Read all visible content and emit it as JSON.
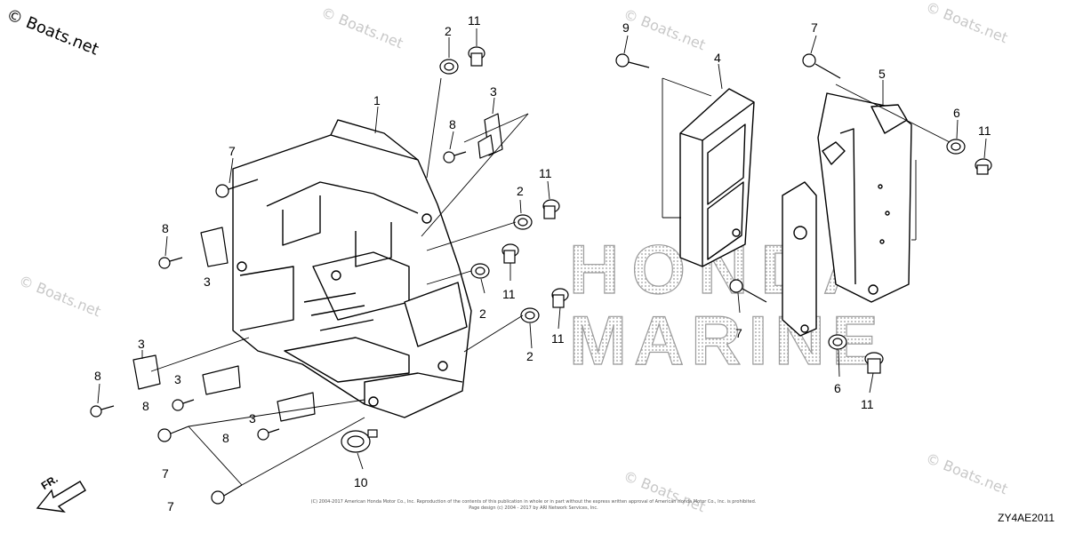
{
  "watermark": {
    "corner_text": "© Boats.net",
    "tile_text": "© Boats.net",
    "brand_line1": "HONDA",
    "brand_line2": "MARINE"
  },
  "diagram": {
    "code": "ZY4AE2011",
    "direction_label": "FR.",
    "legal_line1": "(C) 2004-2017 American Honda Motor Co., Inc. Reproduction of the contents of this publication in whole or in part without the express written approval of American Honda Motor Co., Inc. is prohibited.",
    "legal_line2": "Page design (c) 2004 - 2017 by ARI Network Services, Inc.",
    "callouts": [
      {
        "label": "1"
      },
      {
        "label": "2"
      },
      {
        "label": "11"
      },
      {
        "label": "3"
      },
      {
        "label": "8"
      },
      {
        "label": "7"
      },
      {
        "label": "2"
      },
      {
        "label": "11"
      },
      {
        "label": "8"
      },
      {
        "label": "3"
      },
      {
        "label": "11"
      },
      {
        "label": "2"
      },
      {
        "label": "2"
      },
      {
        "label": "11"
      },
      {
        "label": "3"
      },
      {
        "label": "8"
      },
      {
        "label": "3"
      },
      {
        "label": "8"
      },
      {
        "label": "3"
      },
      {
        "label": "8"
      },
      {
        "label": "7"
      },
      {
        "label": "7"
      },
      {
        "label": "10"
      },
      {
        "label": "9"
      },
      {
        "label": "4"
      },
      {
        "label": "7"
      },
      {
        "label": "5"
      },
      {
        "label": "6"
      },
      {
        "label": "11"
      },
      {
        "label": "7"
      },
      {
        "label": "6"
      },
      {
        "label": "11"
      }
    ]
  },
  "colors": {
    "line": "#000000",
    "watermark": "#c8c8c8",
    "dots": "#9a9a9a"
  }
}
